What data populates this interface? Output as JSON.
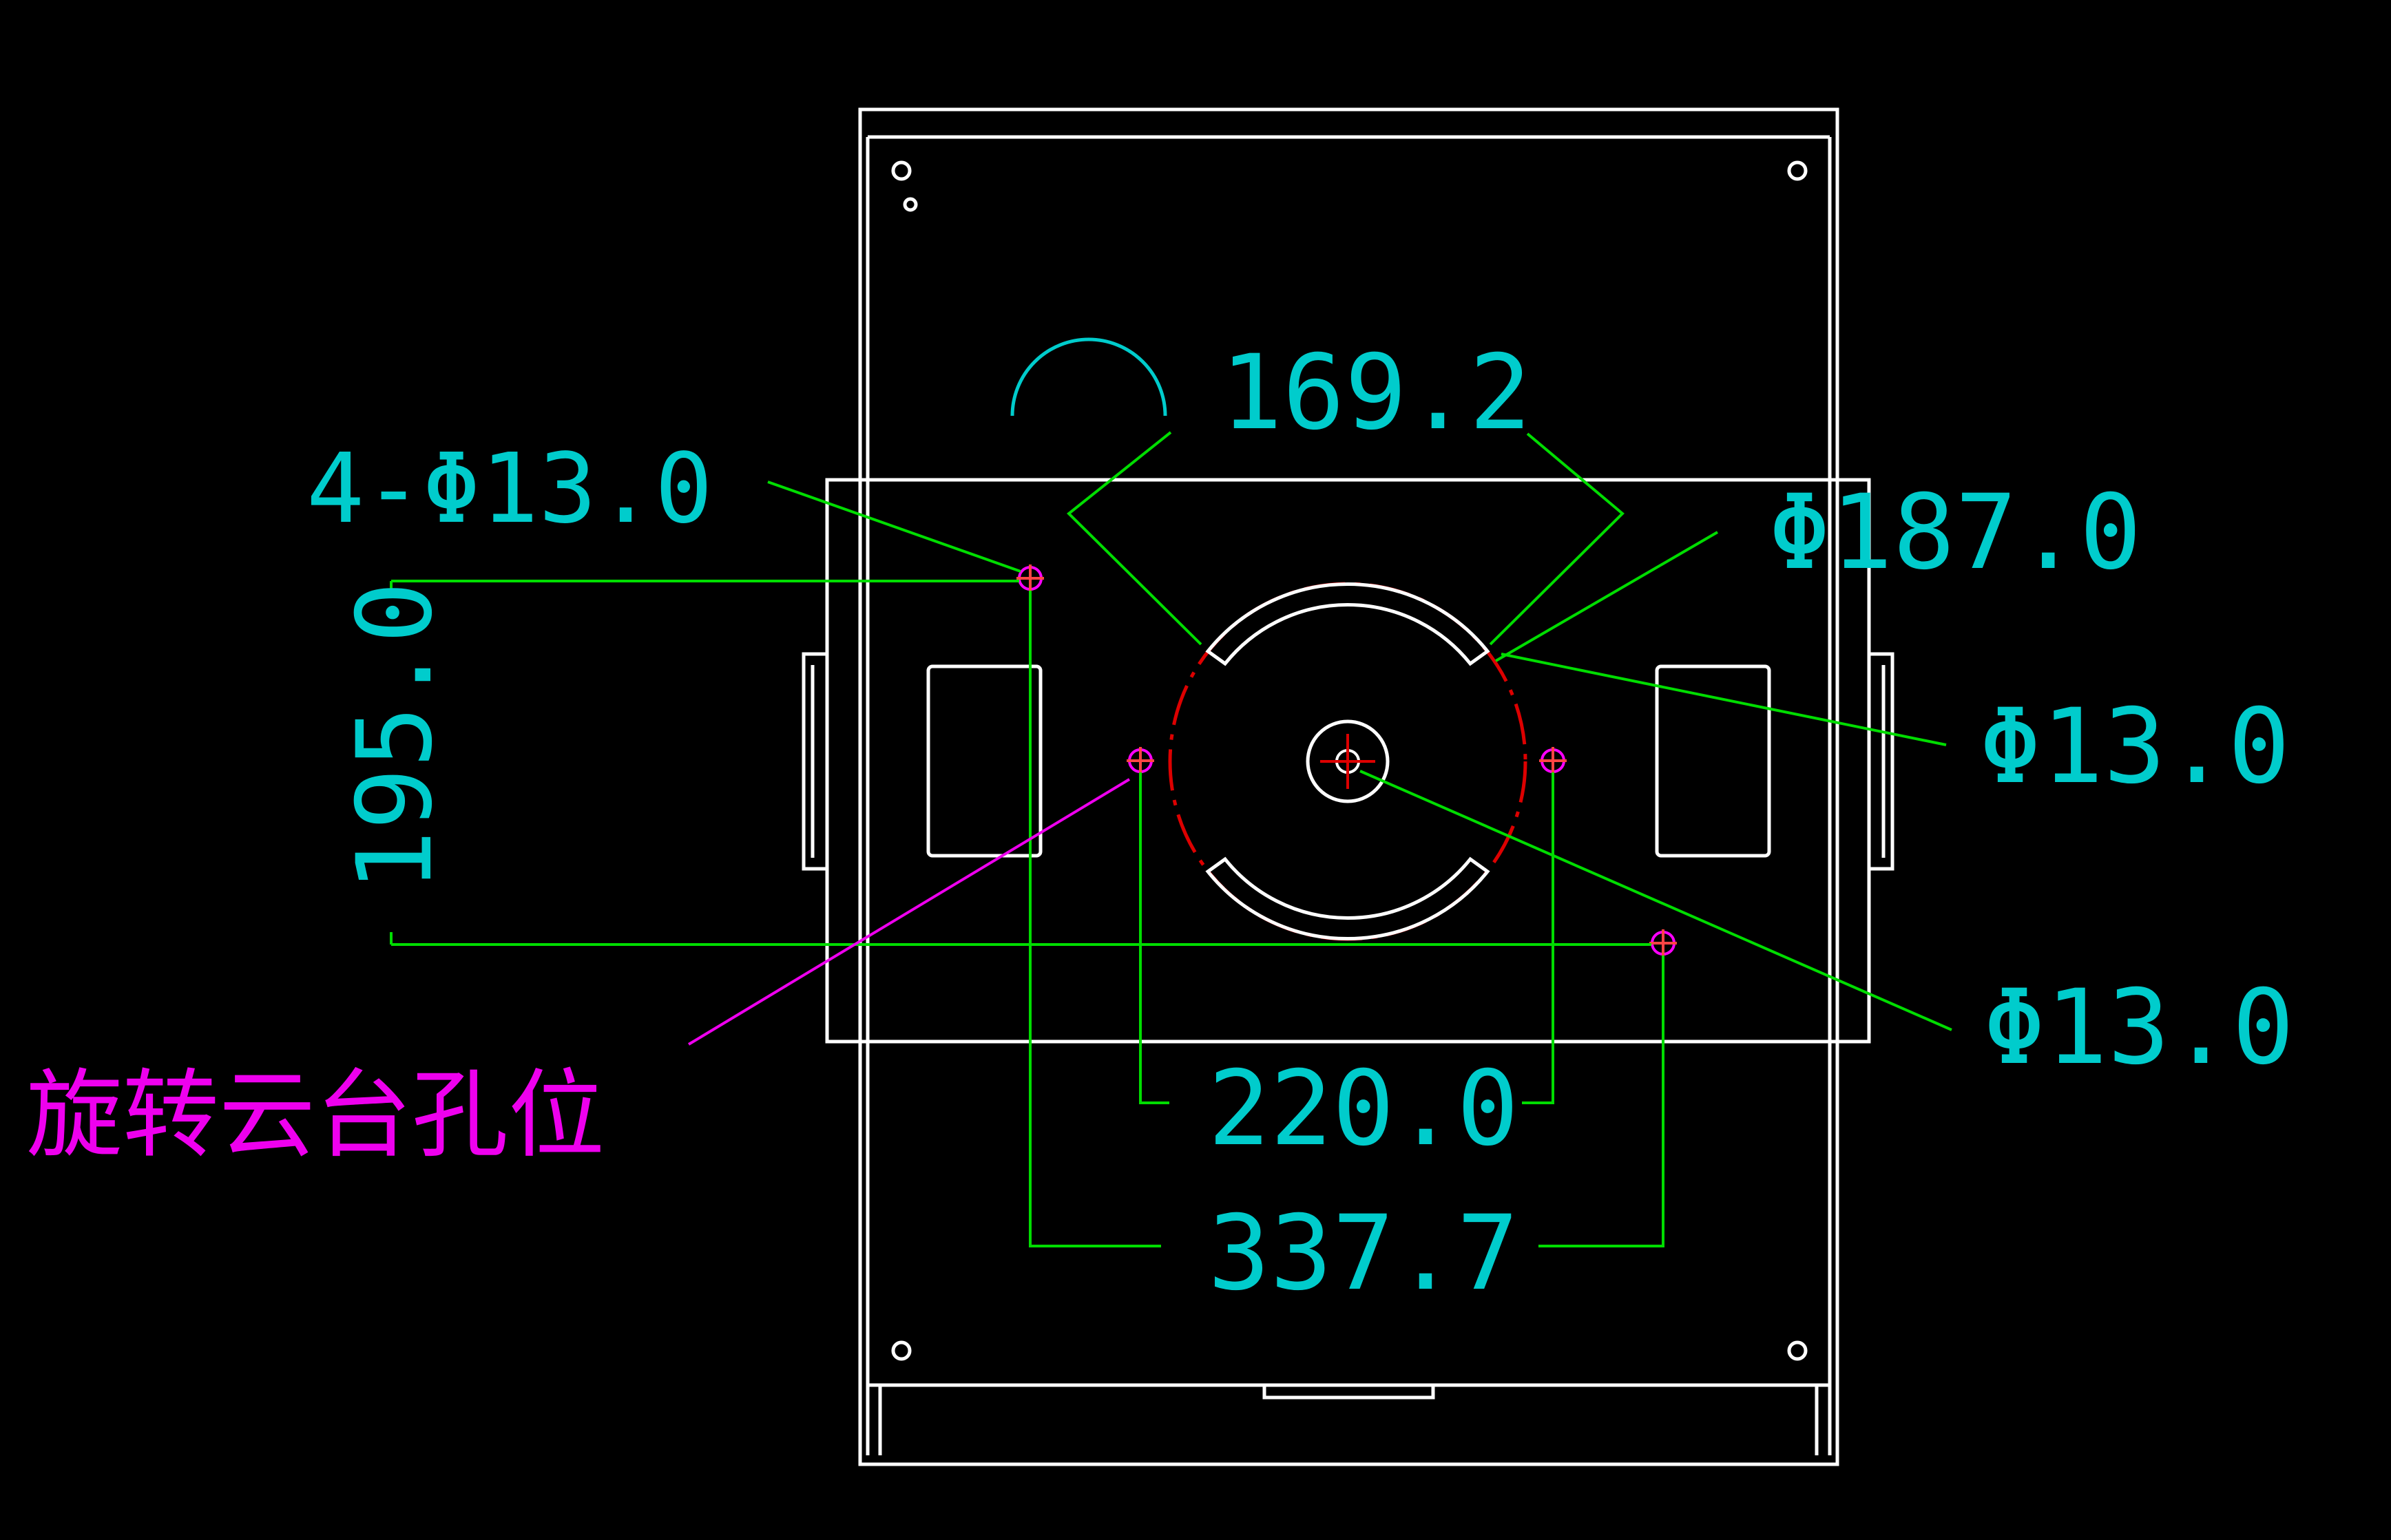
{
  "colors": {
    "background": "#000000",
    "outline": "#ffffff",
    "dimension_line": "#00dd00",
    "dimension_text": "#00cccc",
    "hole_marker": "#ff00ff",
    "pitch_circle": "#dd0000",
    "label": "#ee00ee"
  },
  "dimensions": {
    "holes_4x": "4-Φ13.0",
    "vertical_spacing": "195.0",
    "slot_arc_angle": "169.2",
    "pitch_circle_diameter": "Φ187.0",
    "slot_hole_upper": "Φ13.0",
    "center_hole": "Φ13.0",
    "inner_hole_spacing": "220.0",
    "outer_hole_spacing": "337.7"
  },
  "labels": {
    "rotating_head_holes": "旋转云台孔位"
  }
}
